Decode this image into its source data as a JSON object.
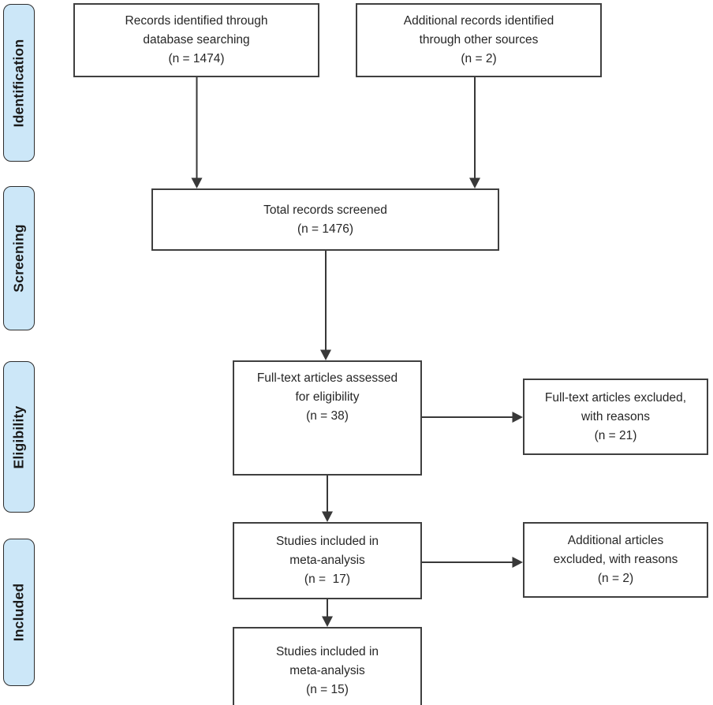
{
  "diagram": {
    "kind": "prisma-flow",
    "colors": {
      "stage_fill": "#cce7f8",
      "stage_border": "#2d2d2d",
      "box_border": "#3f3f3f",
      "arrow": "#383838",
      "text": "#262626"
    }
  },
  "sidebar": {
    "stages": [
      {
        "label": "Identification"
      },
      {
        "label": "Screening"
      },
      {
        "label": "Eligibility"
      },
      {
        "label": "Included"
      }
    ]
  },
  "flow": {
    "db_records": "Records identified through\ndatabase searching\n(n = 1474)",
    "other_records": "Additional records identified\nthrough other sources\n(n = 2)",
    "screened": "Total records screened\n(n = 1476)",
    "fulltext_assessed": "Full-text articles assessed\nfor eligibility\n(n = 38)",
    "fulltext_excluded": "Full-text articles excluded,\nwith reasons\n(n = 21)",
    "included_meta_17": "Studies included in\nmeta-analysis\n(n =  17)",
    "additional_excluded": "Additional articles\nexcluded, with reasons\n(n = 2)",
    "included_meta_15": "Studies included in\nmeta-analysis\n(n = 15)"
  }
}
